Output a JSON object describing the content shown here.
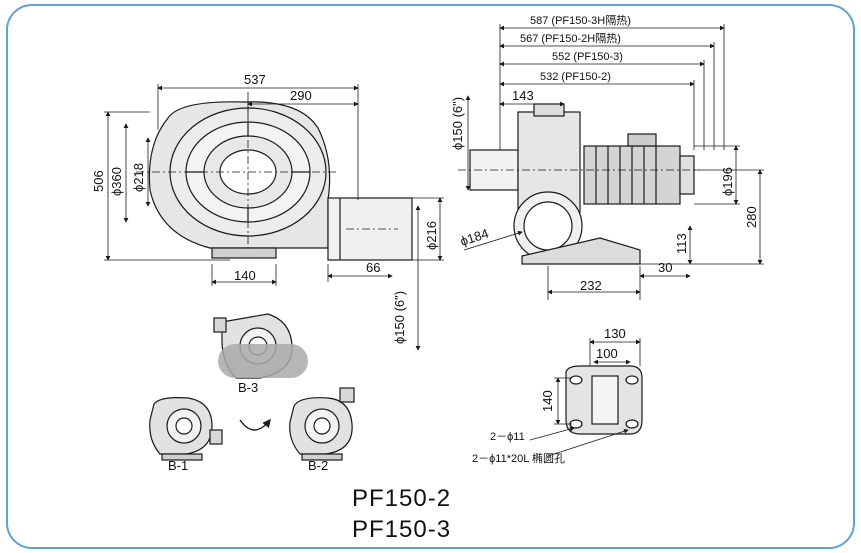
{
  "dimensions": {
    "top_left": {
      "overall_width": "537",
      "half_width": "290",
      "height": "506",
      "dia_360": "ϕ360",
      "dia_218": "ϕ218",
      "base_140": "140",
      "outlet_66": "66",
      "outlet_dia_216": "ϕ216",
      "outlet_dia_150": "ϕ150 (6\")"
    },
    "top_right": {
      "len_587": "587 (PF150-3H隔热)",
      "len_567": "567 (PF150-2H隔热)",
      "len_552": "552 (PF150-3)",
      "len_532": "532 (PF150-2)",
      "len_143": "143",
      "inlet_dia_150": "ϕ150 (6\")",
      "motor_dia_196": "ϕ196",
      "height_280": "280",
      "height_113": "113",
      "inlet_dia_184": "ϕ184",
      "base_30": "30",
      "base_232": "232"
    },
    "base_detail": {
      "width_130": "130",
      "width_100": "100",
      "depth_140": "140",
      "hole_note": "2－ϕ11",
      "slot_note": "2－ϕ11*20L 椭圆孔"
    }
  },
  "orientation_labels": {
    "b3": "B-3",
    "b1": "B-1",
    "b2": "B-2"
  },
  "models": [
    "PF150-2",
    "PF150-3"
  ],
  "colors": {
    "frame_border": "#5da2d8",
    "line": "#1a1a1a",
    "blower_fill": "#e4e4e4",
    "shade": "#9a9a9a"
  }
}
